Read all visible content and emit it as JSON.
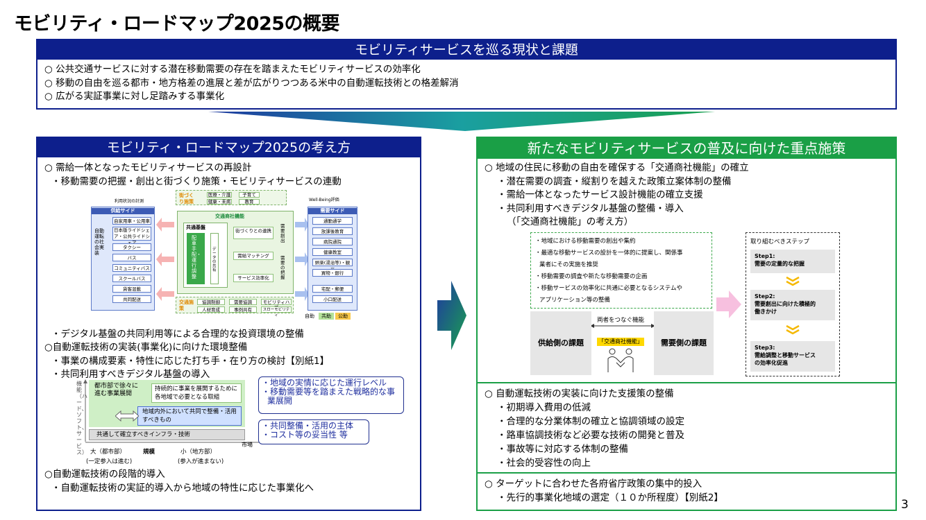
{
  "title": "モビリティ・ロードマップ2025の概要",
  "page_number": "3",
  "top": {
    "header": "モビリティサービスを巡る現状と課題",
    "lines": [
      "○ 公共交通サービスに対する潜在移動需要の存在を踏まえたモビリティサービスの効率化",
      "○ 移動の自由を巡る都市・地方格差の進展と差が広がりつつある米中の自動運転技術との格差解消",
      "○ 広がる実証事業に対し足踏みする事業化"
    ]
  },
  "left": {
    "header": "モビリティ・ロードマップ2025の考え方",
    "l1": "○ 需給一体となったモビリティサービスの再設計",
    "l2": "・移動需要の把握・創出と街づくり施策・モビリティサービスの連動",
    "l3": "・デジタル基盤の共同利用等による合理的な投資環境の整備",
    "l4": "○自動運転技術の実装(事業化)に向けた環境整備",
    "l5": "・事業の構成要素・特性に応じた打ち手・在り方の検討【別紙1】",
    "l6": "・共同利用すべきデジタル基盤の導入",
    "l7": "○自動運転技術の段階的導入",
    "l8": "・自動運転技術の実証的導入から地域の特性に応じた事業化へ"
  },
  "diagram1": {
    "supply_title": "供給サイド",
    "demand_title": "需要サイド",
    "supply_vertical": "自動運転の社会実装",
    "supply_items": [
      "自家用車・公用車",
      "日本版ライドシェア・公共ライドシェア",
      "タクシー",
      "バス",
      "コミュニティバス",
      "スクールバス",
      "貨客混載",
      "共同配送"
    ],
    "demand_items": [
      "通勤通学",
      "放課後教育",
      "病院通院",
      "健康教室",
      "娯楽(湯治等)・観光",
      "買物・銀行",
      "宅配・郵便",
      "小口配送"
    ],
    "machi_title": "街づくり施策",
    "machi_items": [
      "医療・介護",
      "子育て",
      "健康・未病",
      "教育"
    ],
    "kotsu_title": "交通施策",
    "kotsu_items": [
      "協調制御",
      "需要協調",
      "モビリティハブ",
      "人材育成",
      "事例共有",
      "スローモビリティ"
    ],
    "center_title": "交通商社機能",
    "kyotsu": "共通基盤",
    "haisha": "配車手配・運行調整",
    "data": "データの共有",
    "center_items": [
      "街づくりとの連携",
      "需給マッチング",
      "サービス効率化"
    ],
    "demand_create": "需要創出",
    "demand_grasp": "需要の把握",
    "top_left_label": "利用状況の計測",
    "top_right_label": "Well-Being評価",
    "legend": [
      "自助",
      "共助",
      "公助"
    ]
  },
  "diagram2": {
    "axis_func": "機能（ハード、ソフト、サービス）",
    "box1": "都市部で徐々に進む事業展開",
    "box2": "持続的に事業を展開するために各地域で必要となる取組",
    "box3": "地域内外において共同で整備・活用すべきもの",
    "box4": "共通して確立すべきインフラ・技術",
    "market": "市場",
    "scale_big": "大（都市部）",
    "scale": "規模",
    "scale_small": "小（地方部）",
    "note_big": "(一定参入は進む)",
    "note_small": "(参入が進まない)",
    "callout1": [
      "・地域の実情に応じた運行レベル",
      "・移動需要等を踏まえた戦略的な事",
      "業展開"
    ],
    "callout2": [
      "・共同整備・活用の主体",
      "・コスト等の妥当性 等"
    ]
  },
  "right": {
    "header": "新たなモビリティサービスの普及に向けた重点施策",
    "s1": [
      "○ 地域の住民に移動の自由を確保する「交通商社機能」の確立",
      "・潜在需要の調査・縦割りを越えた政策立案体制の整備",
      "・需給一体となったサービス設計機能の確立支援",
      "・共同利用すべきデジタル基盤の整備・導入",
      "（「交通商社機能」の考え方）"
    ],
    "s2": [
      "○ 自動運転技術の実装に向けた支援策の整備",
      "・初期導入費用の低減",
      "・合理的な分業体制の確立と協調領域の設定",
      "・路車協調技術など必要な技術の開発と普及",
      "・事故等に対応する体制の整備",
      "・社会的受容性の向上"
    ],
    "s3": [
      "○ ターゲットに合わせた各府省庁政策の集中的投入",
      "・先行的事業化地域の選定（１０か所程度）【別紙2】"
    ]
  },
  "diagram3": {
    "list": [
      "・地域における移動需要の創出や集約",
      "・最適な移動サービスの設計を一体的に提案し、関係事",
      "業者にその実施を推奨",
      "・移動需要の調査や新たな移動需要の企画",
      "・移動サービスの効率化に共通に必要となるシステムや",
      "アプリケーション等の整備"
    ],
    "connect": "両者をつなぐ機能",
    "supply": "供給側の課題",
    "demand": "需要側の課題",
    "center": "「交通商社機能」",
    "steps_title": "取り組むべきステップ",
    "step1": [
      "Step1:",
      "需要の定量的な把握"
    ],
    "step2": [
      "Step2:",
      "需要創出に向けた積極的",
      "働きかけ"
    ],
    "step3": [
      "Step3:",
      "需給調整と移動サービス",
      "の効率化促進"
    ]
  }
}
